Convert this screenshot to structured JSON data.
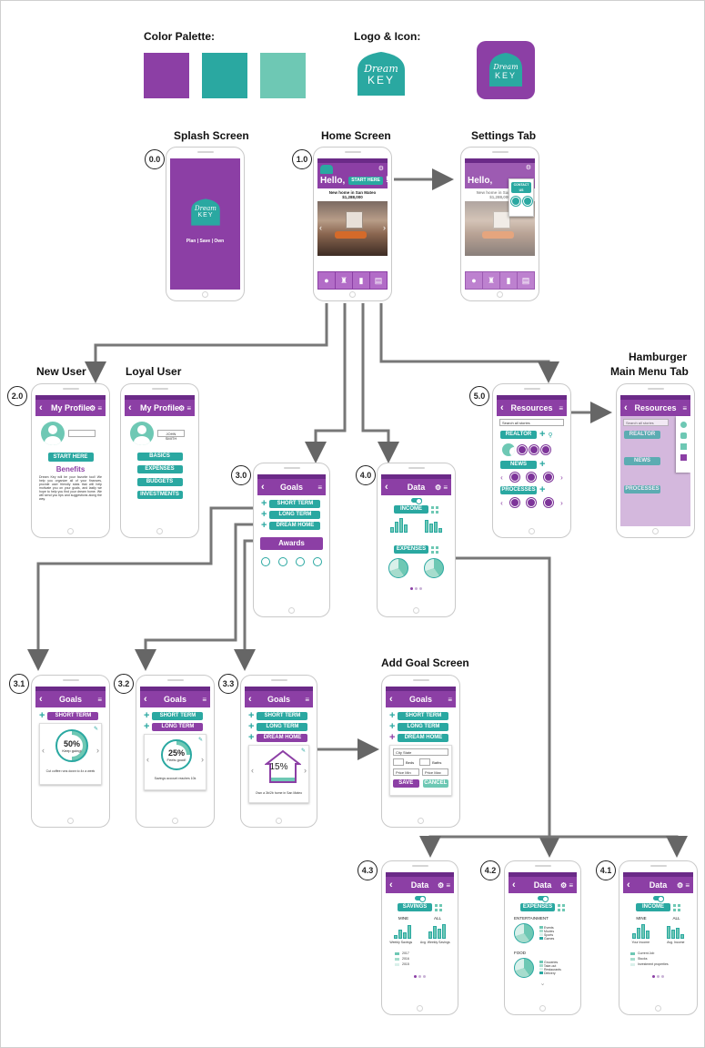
{
  "labels": {
    "color_palette": "Color Palette:",
    "logo_icon": "Logo & Icon:",
    "splash": "Splash Screen",
    "home": "Home Screen",
    "settings": "Settings Tab",
    "new_user": "New User",
    "loyal_user": "Loyal User",
    "hamburger_1": "Hamburger",
    "hamburger_2": "Main Menu Tab",
    "add_goal": "Add Goal Screen"
  },
  "colors": {
    "purple": "#8c3fa5",
    "teal": "#2aa8a1",
    "mint": "#6ec8b4"
  },
  "logo": {
    "line1": "Dream",
    "line2": "KEY"
  },
  "steps": {
    "s00": "0.0",
    "s10": "1.0",
    "s20": "2.0",
    "s30": "3.0",
    "s40": "4.0",
    "s50": "5.0",
    "s31": "3.1",
    "s32": "3.2",
    "s33": "3.3",
    "s43": "4.3",
    "s42": "4.2",
    "s41": "4.1"
  },
  "splash": {
    "tagline": "Plan | Save | Own"
  },
  "home": {
    "hello": "Hello,",
    "start_here": "START HERE",
    "exclaim": "!",
    "listing_title": "New home in San Mateo",
    "listing_price": "$1,288,000",
    "contact_us": "CONTACT US"
  },
  "profile": {
    "title": "My Profile",
    "name": "JOHN SMITH",
    "start_here": "START HERE",
    "benefits": "Benefits",
    "benefits_text": "Dream Key will be your favorite tool! We help you organize all of your finances, provide user friendly stats that will help motivate you on your goals, and lastly we hope to help you find your dream home. We will send you tips and suggestions along the way.",
    "menu": [
      "BASICS",
      "EXPENSES",
      "BUDGETS",
      "INVESTMENTS"
    ]
  },
  "goals": {
    "title": "Goals",
    "short": "SHORT TERM",
    "long": "LONG TERM",
    "dream": "DREAM HOME",
    "awards": "Awards",
    "pct_short": "50%",
    "msg_short": "Keep going!",
    "cap_short": "Cut coffee runs down to 4x a week",
    "pct_long": "25%",
    "msg_long": "Feels good!",
    "cap_long": "Savings account reaches 10k",
    "pct_dream": "15%",
    "cap_dream": "Own a 3b/2b home in San Mateo",
    "form": {
      "city": "City State",
      "beds": "Beds",
      "baths": "Baths",
      "price_min": "Price Min",
      "price_max": "Price Max",
      "save": "SAVE",
      "cancel": "CANCEL"
    }
  },
  "data_screen": {
    "title": "Data",
    "income": "INCOME",
    "expenses": "EXPENSES",
    "savings": "SAVINGS",
    "mine": "MINE",
    "all": "ALL",
    "entertainment": "ENTERTAINMENT",
    "food": "FOOD",
    "ent_items": [
      "Events",
      "Movies",
      "Sports",
      "Games"
    ],
    "food_items": [
      "Groceries",
      "Take-out",
      "Restaurants",
      "Delivery"
    ],
    "savings_years": [
      "2017",
      "2016",
      "2015"
    ],
    "income_items": [
      "Current Job",
      "Stocks",
      "Investment properties"
    ],
    "cap_your_income": "Your Income",
    "cap_avg_income": "Avg. Income",
    "cap_weekly": "Weekly Savings",
    "cap_avg_weekly": "Avg. Weekly Savings"
  },
  "resources": {
    "title": "Resources",
    "search": "Search all stories",
    "realtor": "REALTOR",
    "news": "NEWS",
    "processes": "PROCESSES"
  }
}
